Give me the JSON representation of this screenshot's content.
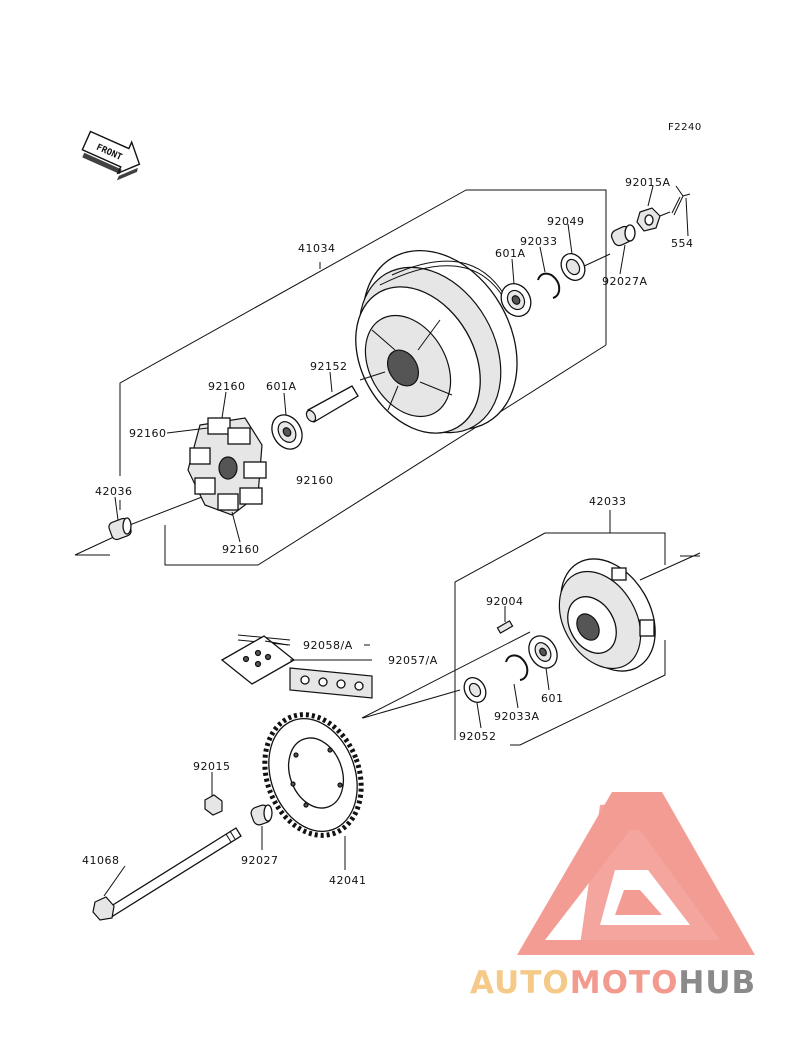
{
  "diagram": {
    "ref_code": "F2240",
    "front_label": "FRONT",
    "parts": [
      {
        "id": "p-41034",
        "label": "41034"
      },
      {
        "id": "p-92015A",
        "label": "92015A"
      },
      {
        "id": "p-554",
        "label": "554"
      },
      {
        "id": "p-92049",
        "label": "92049"
      },
      {
        "id": "p-92033-top",
        "label": "92033"
      },
      {
        "id": "p-601A-top",
        "label": "601A"
      },
      {
        "id": "p-92027A",
        "label": "92027A"
      },
      {
        "id": "p-92160-1",
        "label": "92160"
      },
      {
        "id": "p-601A-mid",
        "label": "601A"
      },
      {
        "id": "p-92152",
        "label": "92152"
      },
      {
        "id": "p-92160-2",
        "label": "92160"
      },
      {
        "id": "p-92160-3",
        "label": "92160"
      },
      {
        "id": "p-42036",
        "label": "42036"
      },
      {
        "id": "p-92160-4",
        "label": "92160"
      },
      {
        "id": "p-42033",
        "label": "42033"
      },
      {
        "id": "p-92004",
        "label": "92004"
      },
      {
        "id": "p-92058A",
        "label": "92058/A"
      },
      {
        "id": "p-92057A",
        "label": "92057/A"
      },
      {
        "id": "p-601",
        "label": "601"
      },
      {
        "id": "p-92033A",
        "label": "92033A"
      },
      {
        "id": "p-92052",
        "label": "92052"
      },
      {
        "id": "p-92015",
        "label": "92015"
      },
      {
        "id": "p-41068",
        "label": "41068"
      },
      {
        "id": "p-92027",
        "label": "92027"
      },
      {
        "id": "p-42041",
        "label": "42041"
      }
    ]
  },
  "watermark": {
    "part1": "AUTO",
    "part2": "MOTO",
    "part3": "HUB",
    "colors": {
      "auto": "#f5c987",
      "moto": "#f39a8e",
      "hub": "#8a8a8a",
      "logo": "#f28b82"
    }
  }
}
